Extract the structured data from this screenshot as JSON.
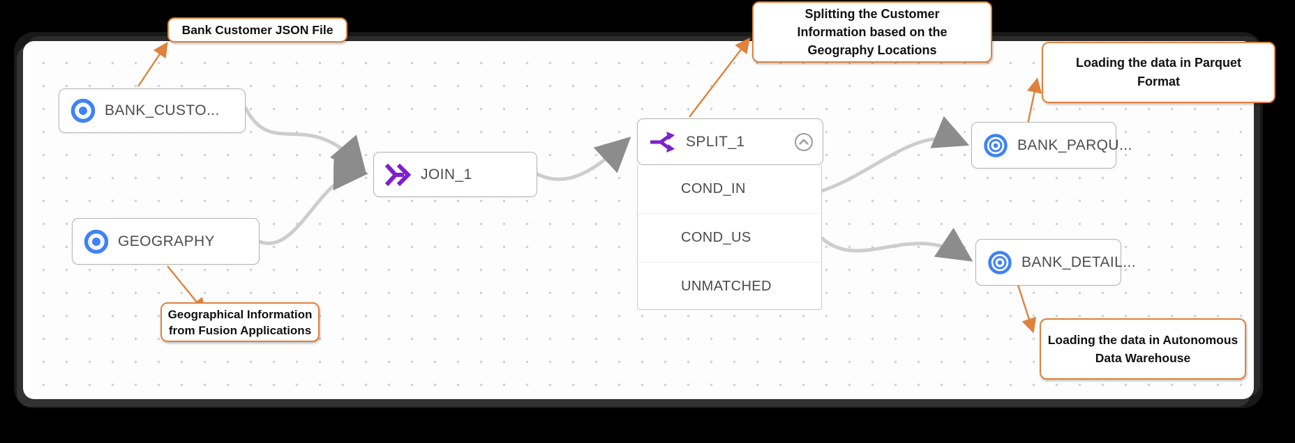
{
  "app": {
    "kind": "data-flow-designer-canvas"
  },
  "colors": {
    "accent_orange": "#E0813C",
    "entity_blue": "#3E82F5",
    "operator_purple": "#7C21CE",
    "wire_gray": "#CDCDCD",
    "arrowhead_gray": "#8C8C8C",
    "node_border_gray": "#B3B3B3",
    "label_gray": "#4D4D4D"
  },
  "nodes": {
    "bank_customers": {
      "label": "BANK_CUSTO...",
      "icon": "source-icon"
    },
    "geography": {
      "label": "GEOGRAPHY",
      "icon": "source-icon"
    },
    "join": {
      "label": "JOIN_1",
      "icon": "join-icon"
    },
    "split": {
      "label": "SPLIT_1",
      "icon": "split-icon",
      "expanded": true,
      "outputs": [
        "COND_IN",
        "COND_US",
        "UNMATCHED"
      ]
    },
    "bank_parquet": {
      "label": "BANK_PARQU...",
      "icon": "target-icon"
    },
    "bank_detail": {
      "label": "BANK_DETAIL...",
      "icon": "target-icon"
    }
  },
  "callouts": {
    "bank_customer_file": {
      "text": "Bank Customer JSON File"
    },
    "split_note": {
      "text": "Splitting the Customer\nInformation based on the\nGeography Locations"
    },
    "parquet_note": {
      "text": "Loading the data in Parquet\nFormat"
    },
    "geography_note": {
      "text": "Geographical Information\nfrom Fusion Applications"
    },
    "adw_note": {
      "text": "Loading the data in Autonomous\nData Warehouse"
    }
  }
}
